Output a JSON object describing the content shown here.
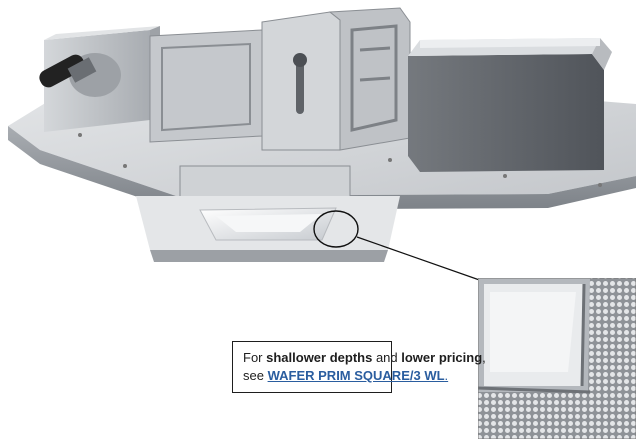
{
  "callout": {
    "prefix": "For ",
    "emphasis_1": "shallower depths",
    "joiner": " and ",
    "emphasis_2": "lower pricing",
    "suffix_1": ",",
    "line2_prefix": "see ",
    "link_label": "WAFER PRIM SQUARE/3 WL",
    "line2_suffix": "."
  },
  "colors": {
    "link": "#2a5d9f",
    "housing": "#c9ccd0",
    "housing_shadow": "#8f949a",
    "perforated_grille": "#b5b8bd"
  }
}
